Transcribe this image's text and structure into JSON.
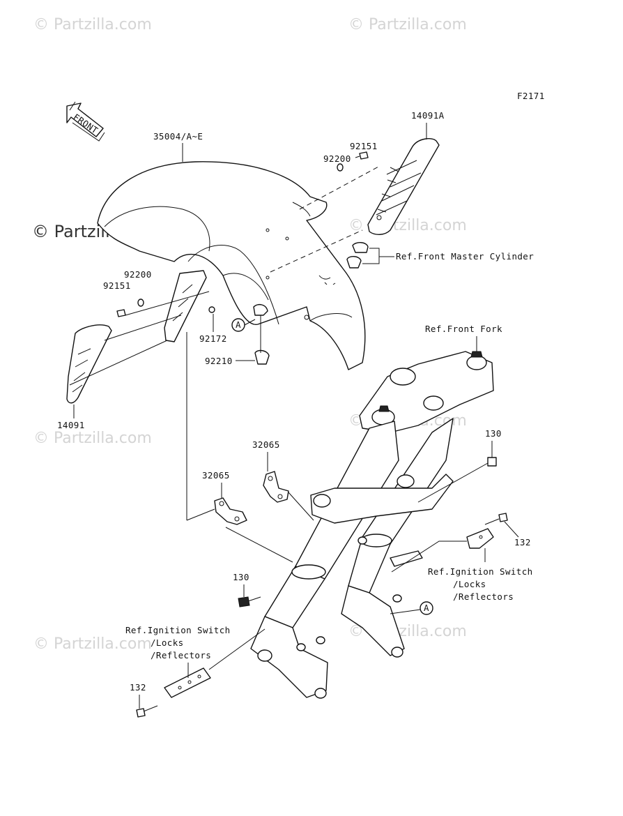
{
  "figure_code": "F2171",
  "watermark": "© Partzilla.com",
  "front_arrow_label": "FRONT",
  "ref_marker": "A",
  "labels": {
    "fender": "35004/A~E",
    "cover_right": "14091A",
    "cover_left": "14091",
    "bolt_92151_right": "92151",
    "washer_92200_right": "92200",
    "bolt_92151_left": "92151",
    "washer_92200_left": "92200",
    "bolt_92172": "92172",
    "clamp_92210": "92210",
    "bracket_32065_upper": "32065",
    "bracket_32065_lower": "32065",
    "bolt_130_upper": "130",
    "bolt_130_lower": "130",
    "bolt_132_right": "132",
    "bolt_132_left": "132"
  },
  "references": {
    "master_cylinder": "Ref.Front Master Cylinder",
    "front_fork": "Ref.Front Fork",
    "ignition_right": [
      "Ref.Ignition Switch",
      "/Locks",
      "/Reflectors"
    ],
    "ignition_left": [
      "Ref.Ignition Switch",
      "/Locks",
      "/Reflectors"
    ]
  }
}
